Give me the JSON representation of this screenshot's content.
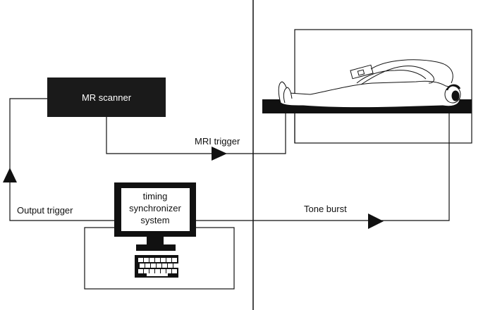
{
  "diagram": {
    "scanner_label": "MR scanner",
    "monitor_lines": [
      "timing",
      "synchronizer",
      "system"
    ],
    "mri_trigger_label": "MRI trigger",
    "tone_burst_label": "Tone burst",
    "output_trigger_label": "Output trigger"
  },
  "colors": {
    "ink": "#111111",
    "background": "#ffffff"
  }
}
